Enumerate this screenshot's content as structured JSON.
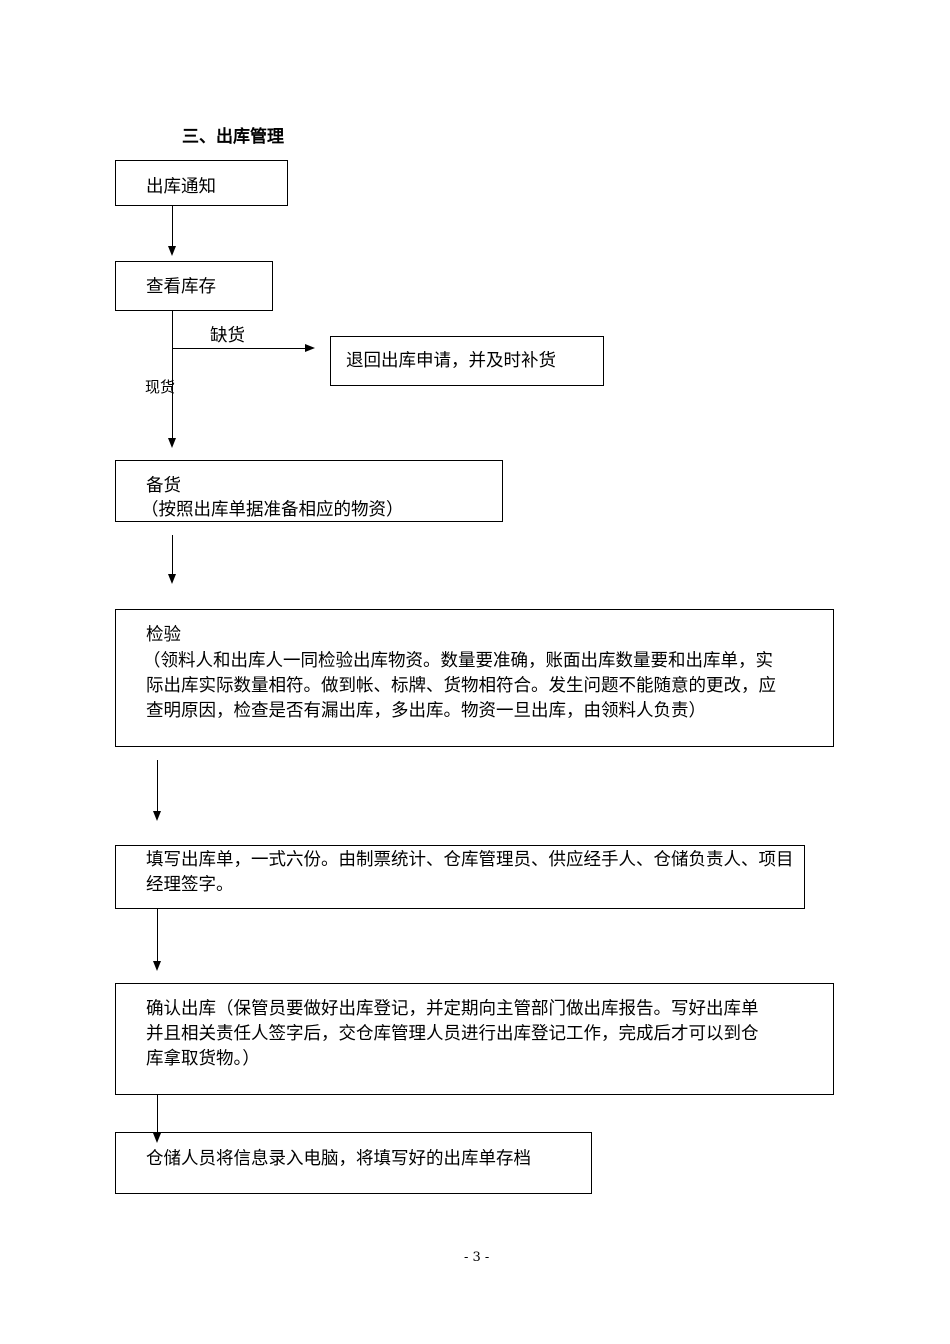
{
  "heading": "三、出库管理",
  "steps": {
    "notice": "出库通知",
    "check_stock": "查看库存",
    "out_of_stock_label": "缺货",
    "in_stock_label": "现货",
    "return_request": "退回出库申请，并及时补货",
    "prepare": {
      "title": "备货",
      "lines": [
        "（按照出库单据准备相应的物资）"
      ]
    },
    "inspect": {
      "title": "检验",
      "lines": [
        "（领料人和出库人一同检验出库物资。数量要准确，账面出库数量要和出库单，实",
        "际出库实际数量相符。做到帐、标牌、货物相符合。发生问题不能随意的更改，应",
        "查明原因，检查是否有漏出库，多出库。物资一旦出库，由领料人负责）"
      ]
    },
    "fill_form": {
      "lines": [
        "填写出库单，一式六份。由制票统计、仓库管理员、供应经手人、仓储负责人、项目",
        "经理签字。"
      ]
    },
    "confirm": {
      "lines": [
        "确认出库（保管员要做好出库登记，并定期向主管部门做出库报告。写好出库单",
        "并且相关责任人签字后，交仓库管理人员进行出库登记工作，完成后才可以到仓",
        "库拿取货物。）"
      ]
    },
    "archive": "仓储人员将信息录入电脑，将填写好的出库单存档"
  },
  "page_number": "- 3 -"
}
